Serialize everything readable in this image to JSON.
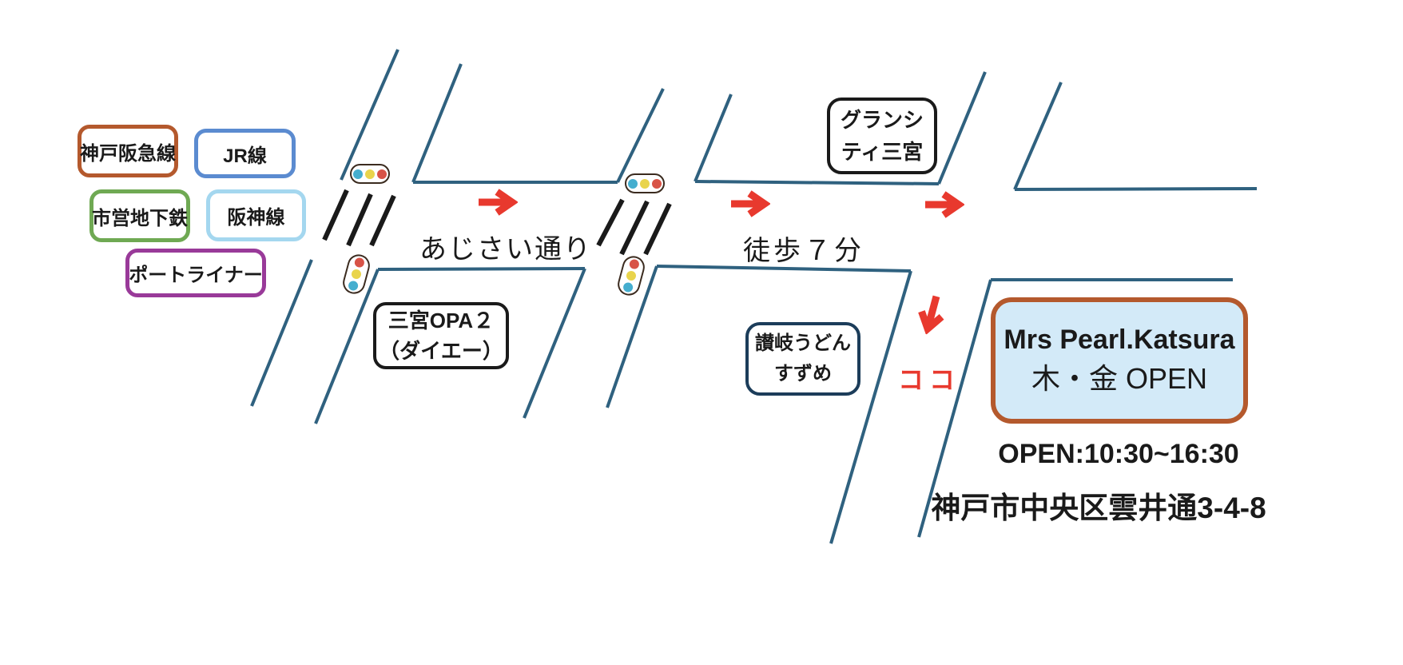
{
  "colors": {
    "road": "#2f617f",
    "black": "#1a1a1a",
    "red": "#e8392e",
    "brown": "#b4592d",
    "blue": "#5b8bd0",
    "green": "#6fa953",
    "lightblue": "#a4d7ef",
    "purple": "#993a99",
    "navy": "#1c3d5a",
    "dest-fill": "#d3eaf8",
    "tl-blue": "#45aecf",
    "tl-yellow": "#e9d44c",
    "tl-red": "#d85347"
  },
  "legend": {
    "items": [
      {
        "label": "神戸阪急線"
      },
      {
        "label": "JR線"
      },
      {
        "label": "市営地下鉄"
      },
      {
        "label": "阪神線"
      },
      {
        "label": "ポートライナー"
      }
    ]
  },
  "roads": {
    "street_name": "あじさい通り",
    "walk_time": "徒歩７分"
  },
  "landmarks": {
    "gran_city": {
      "line1": "グランシ",
      "line2": "ティ三宮"
    },
    "opa": {
      "line1": "三宮OPA２",
      "line2": "（ダイエー）"
    },
    "udon": {
      "line1": "讃岐うどん",
      "line2": "すずめ"
    }
  },
  "destination": {
    "here": "ココ",
    "name": "Mrs Pearl.Katsura",
    "open_days": "木・金 OPEN",
    "hours": "OPEN:10:30~16:30",
    "address": "神戸市中央区雲井通3-4-8"
  }
}
